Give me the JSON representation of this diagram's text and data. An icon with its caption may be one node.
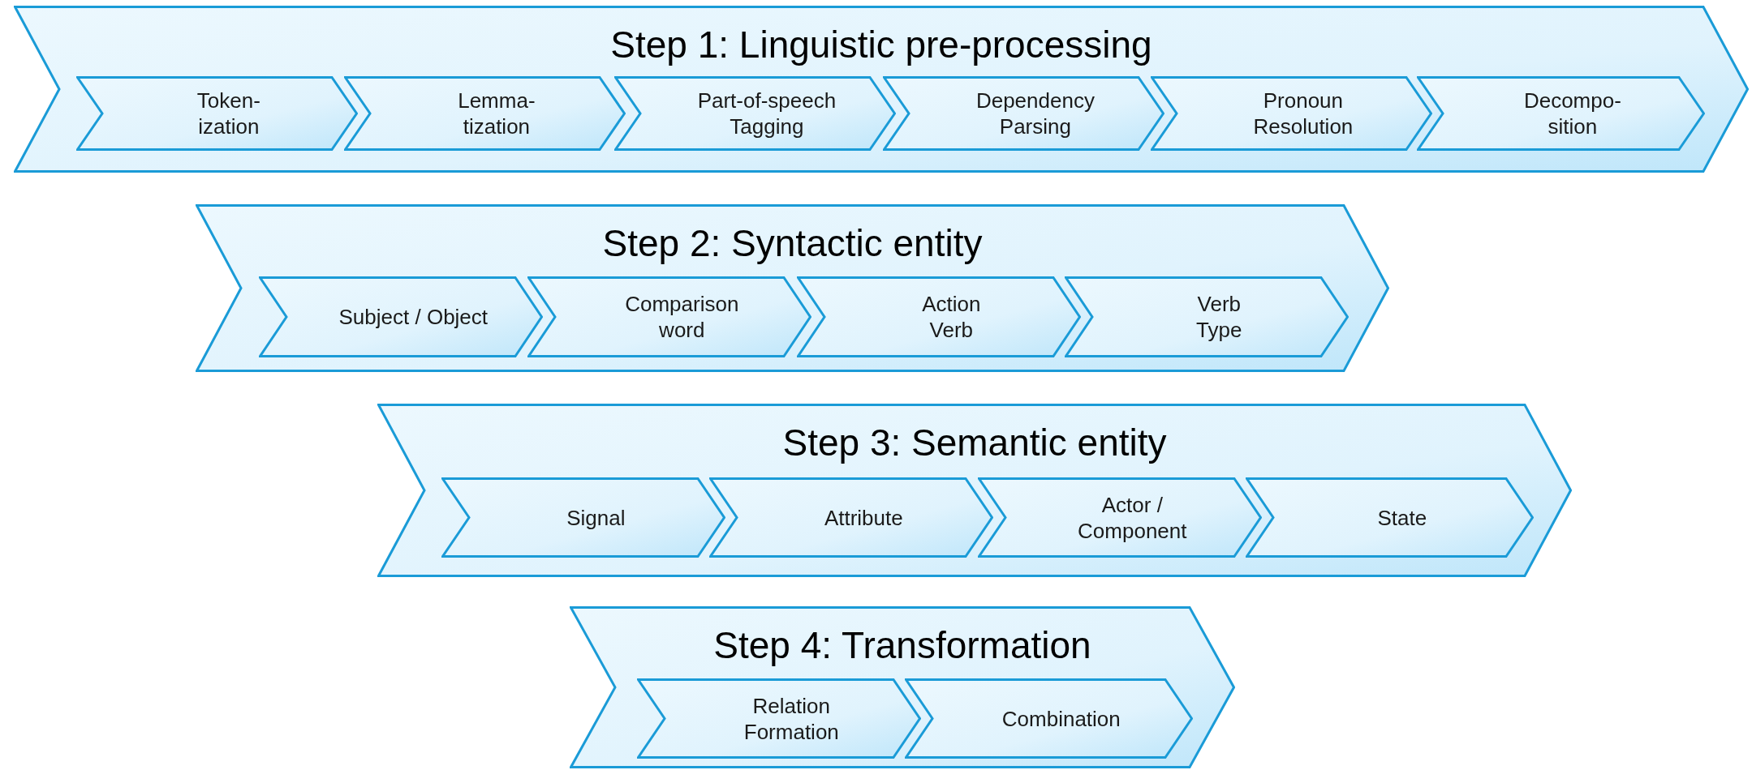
{
  "diagram": {
    "nodes": [
      {
        "text": [
          "Step 1: Linguistic pre-processing"
        ]
      },
      {
        "text": [
          "Token- ization"
        ],
        "in": 0
      },
      {
        "text": [
          "Lemma- tization"
        ],
        "in": 0
      },
      {
        "text": [
          "Part-of-speech Tagging"
        ],
        "in": 0
      },
      {
        "text": [
          "Dependency Parsing"
        ],
        "in": 0
      },
      {
        "text": [
          "Pronoun Resolution"
        ],
        "in": 0
      },
      {
        "text": [
          "Decompo- sition"
        ],
        "in": 0
      },
      {
        "text": [
          "Step 2: Syntactic entity"
        ]
      },
      {
        "text": [
          "Subject / Object"
        ],
        "in": 7
      },
      {
        "text": [
          "Comparison word"
        ],
        "in": 7
      },
      {
        "text": [
          "Action Verb"
        ],
        "in": 7
      },
      {
        "text": [
          "Verb Type"
        ],
        "in": 7
      },
      {
        "text": [
          "Step 3: Semantic entity"
        ]
      },
      {
        "text": [
          "Signal"
        ],
        "in": 12
      },
      {
        "text": [
          "Attribute"
        ],
        "in": 12
      },
      {
        "text": [
          "Actor / Component"
        ],
        "in": 12
      },
      {
        "text": [
          "State"
        ],
        "in": 12
      },
      {
        "text": [
          "Step 4: Transformation"
        ]
      },
      {
        "text": [
          "Relation Formation"
        ],
        "in": 17
      },
      {
        "text": [
          "Combination"
        ],
        "in": 17
      }
    ]
  }
}
